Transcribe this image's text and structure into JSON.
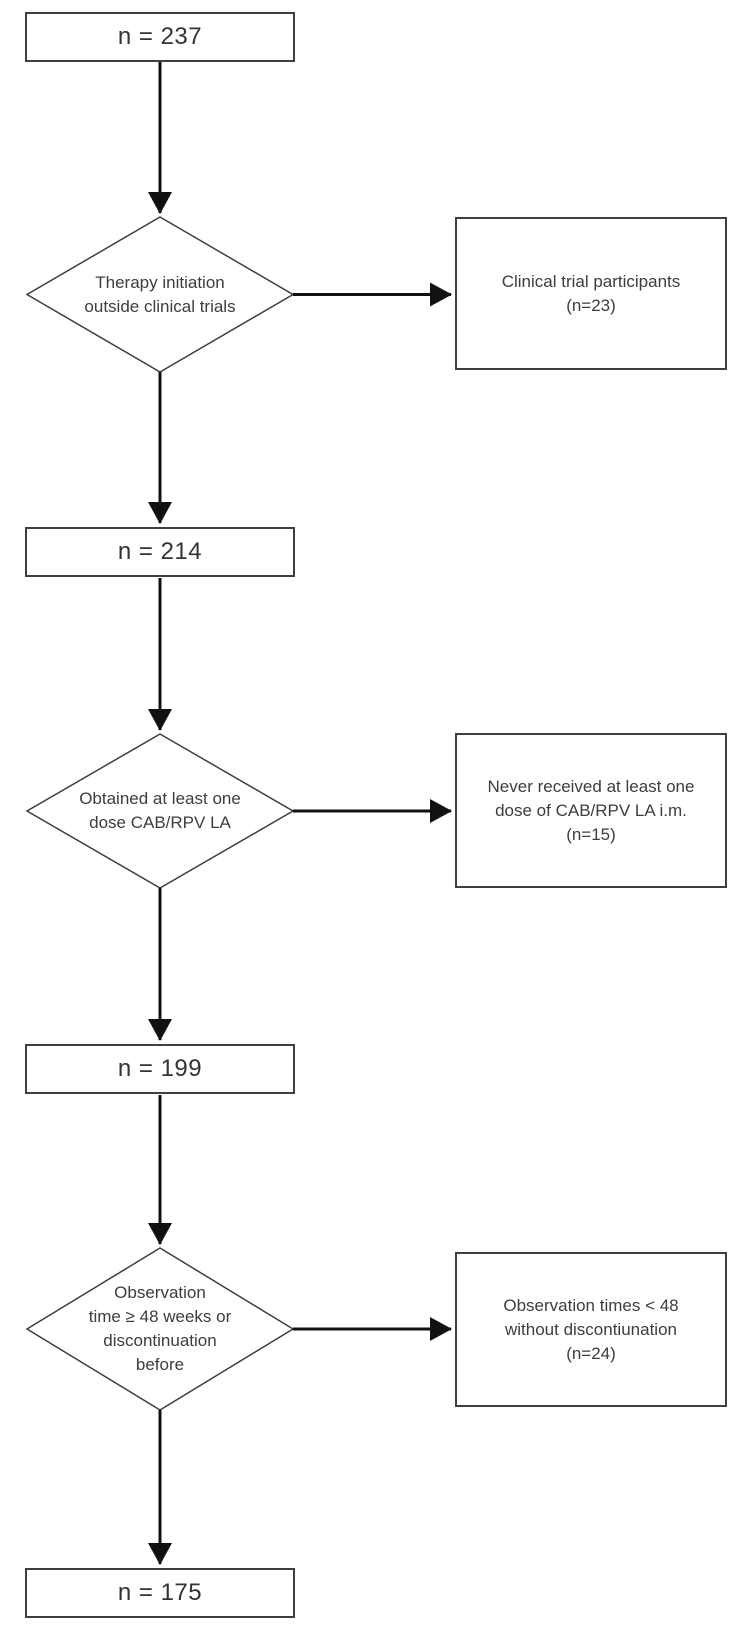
{
  "figure": {
    "background": "#ffffff",
    "shape_border_color": "#3f3f3f",
    "arrow_color": "#111111",
    "text_color": "#3d3d3d"
  },
  "nodes": {
    "box_237": {
      "label": "n = 237"
    },
    "diamond_trials": {
      "lines": [
        "Therapy initiation",
        "outside clinical trials"
      ]
    },
    "side_trial_participants": {
      "lines": [
        "Clinical trial participants",
        "(n=23)"
      ]
    },
    "box_214": {
      "label": "n = 214"
    },
    "diamond_dose": {
      "lines": [
        "Obtained at least one",
        "dose CAB/RPV LA"
      ]
    },
    "side_never_received": {
      "lines": [
        "Never received at least one",
        "dose of CAB/RPV LA i.m.",
        "(n=15)"
      ]
    },
    "box_199": {
      "label": "n = 199"
    },
    "diamond_observation": {
      "lines": [
        "Observation",
        "time ≥ 48 weeks or",
        "discontinuation",
        "before"
      ]
    },
    "side_observation": {
      "lines": [
        "Observation times < 48",
        "without discontiunation",
        "(n=24)"
      ]
    },
    "box_175": {
      "label": "n = 175"
    }
  }
}
